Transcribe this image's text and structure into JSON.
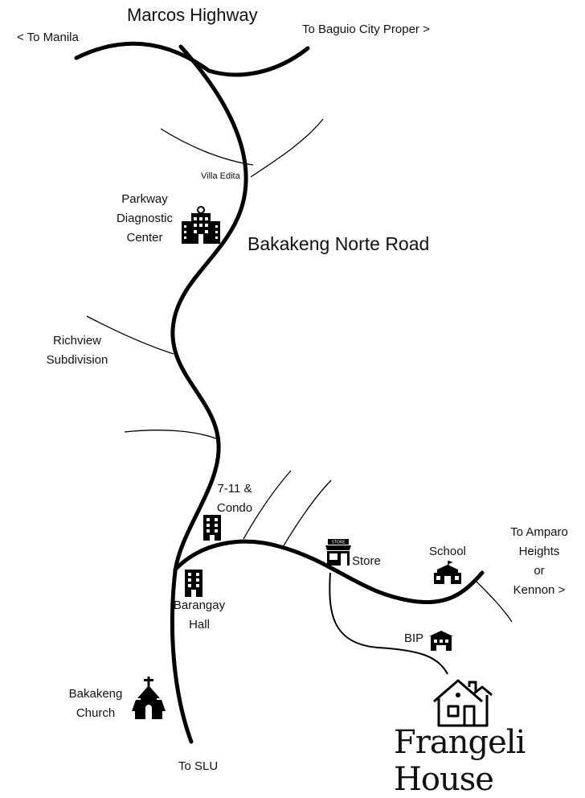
{
  "roads": {
    "main_highway": "Marcos Highway",
    "main_road": "Bakakeng Norte Road"
  },
  "directions": {
    "to_manila": "< To Manila",
    "to_baguio": "To Baguio City Proper >",
    "to_slu": "To SLU",
    "to_amparo": [
      "To Amparo",
      "Heights",
      "or",
      "Kennon >"
    ]
  },
  "places": {
    "villa_edita": "Villa Edita",
    "parkway": [
      "Parkway",
      "Diagnostic",
      "Center"
    ],
    "richview": [
      "Richview",
      "Subdivision"
    ],
    "seven_eleven": [
      "7-11 &",
      "Condo"
    ],
    "barangay": [
      "Barangay",
      "Hall"
    ],
    "store": "Store",
    "store_sign": "STORE",
    "school": "School",
    "bip": "BIP",
    "church": [
      "Bakakeng",
      "Church"
    ]
  },
  "brand": {
    "name": "Frangeli House"
  },
  "colors": {
    "road": "#000000",
    "background": "#ffffff"
  },
  "icons": [
    "hospital-icon",
    "building-icon",
    "barangay-hall-icon",
    "store-icon",
    "school-icon",
    "bip-building-icon",
    "church-icon",
    "house-icon"
  ]
}
